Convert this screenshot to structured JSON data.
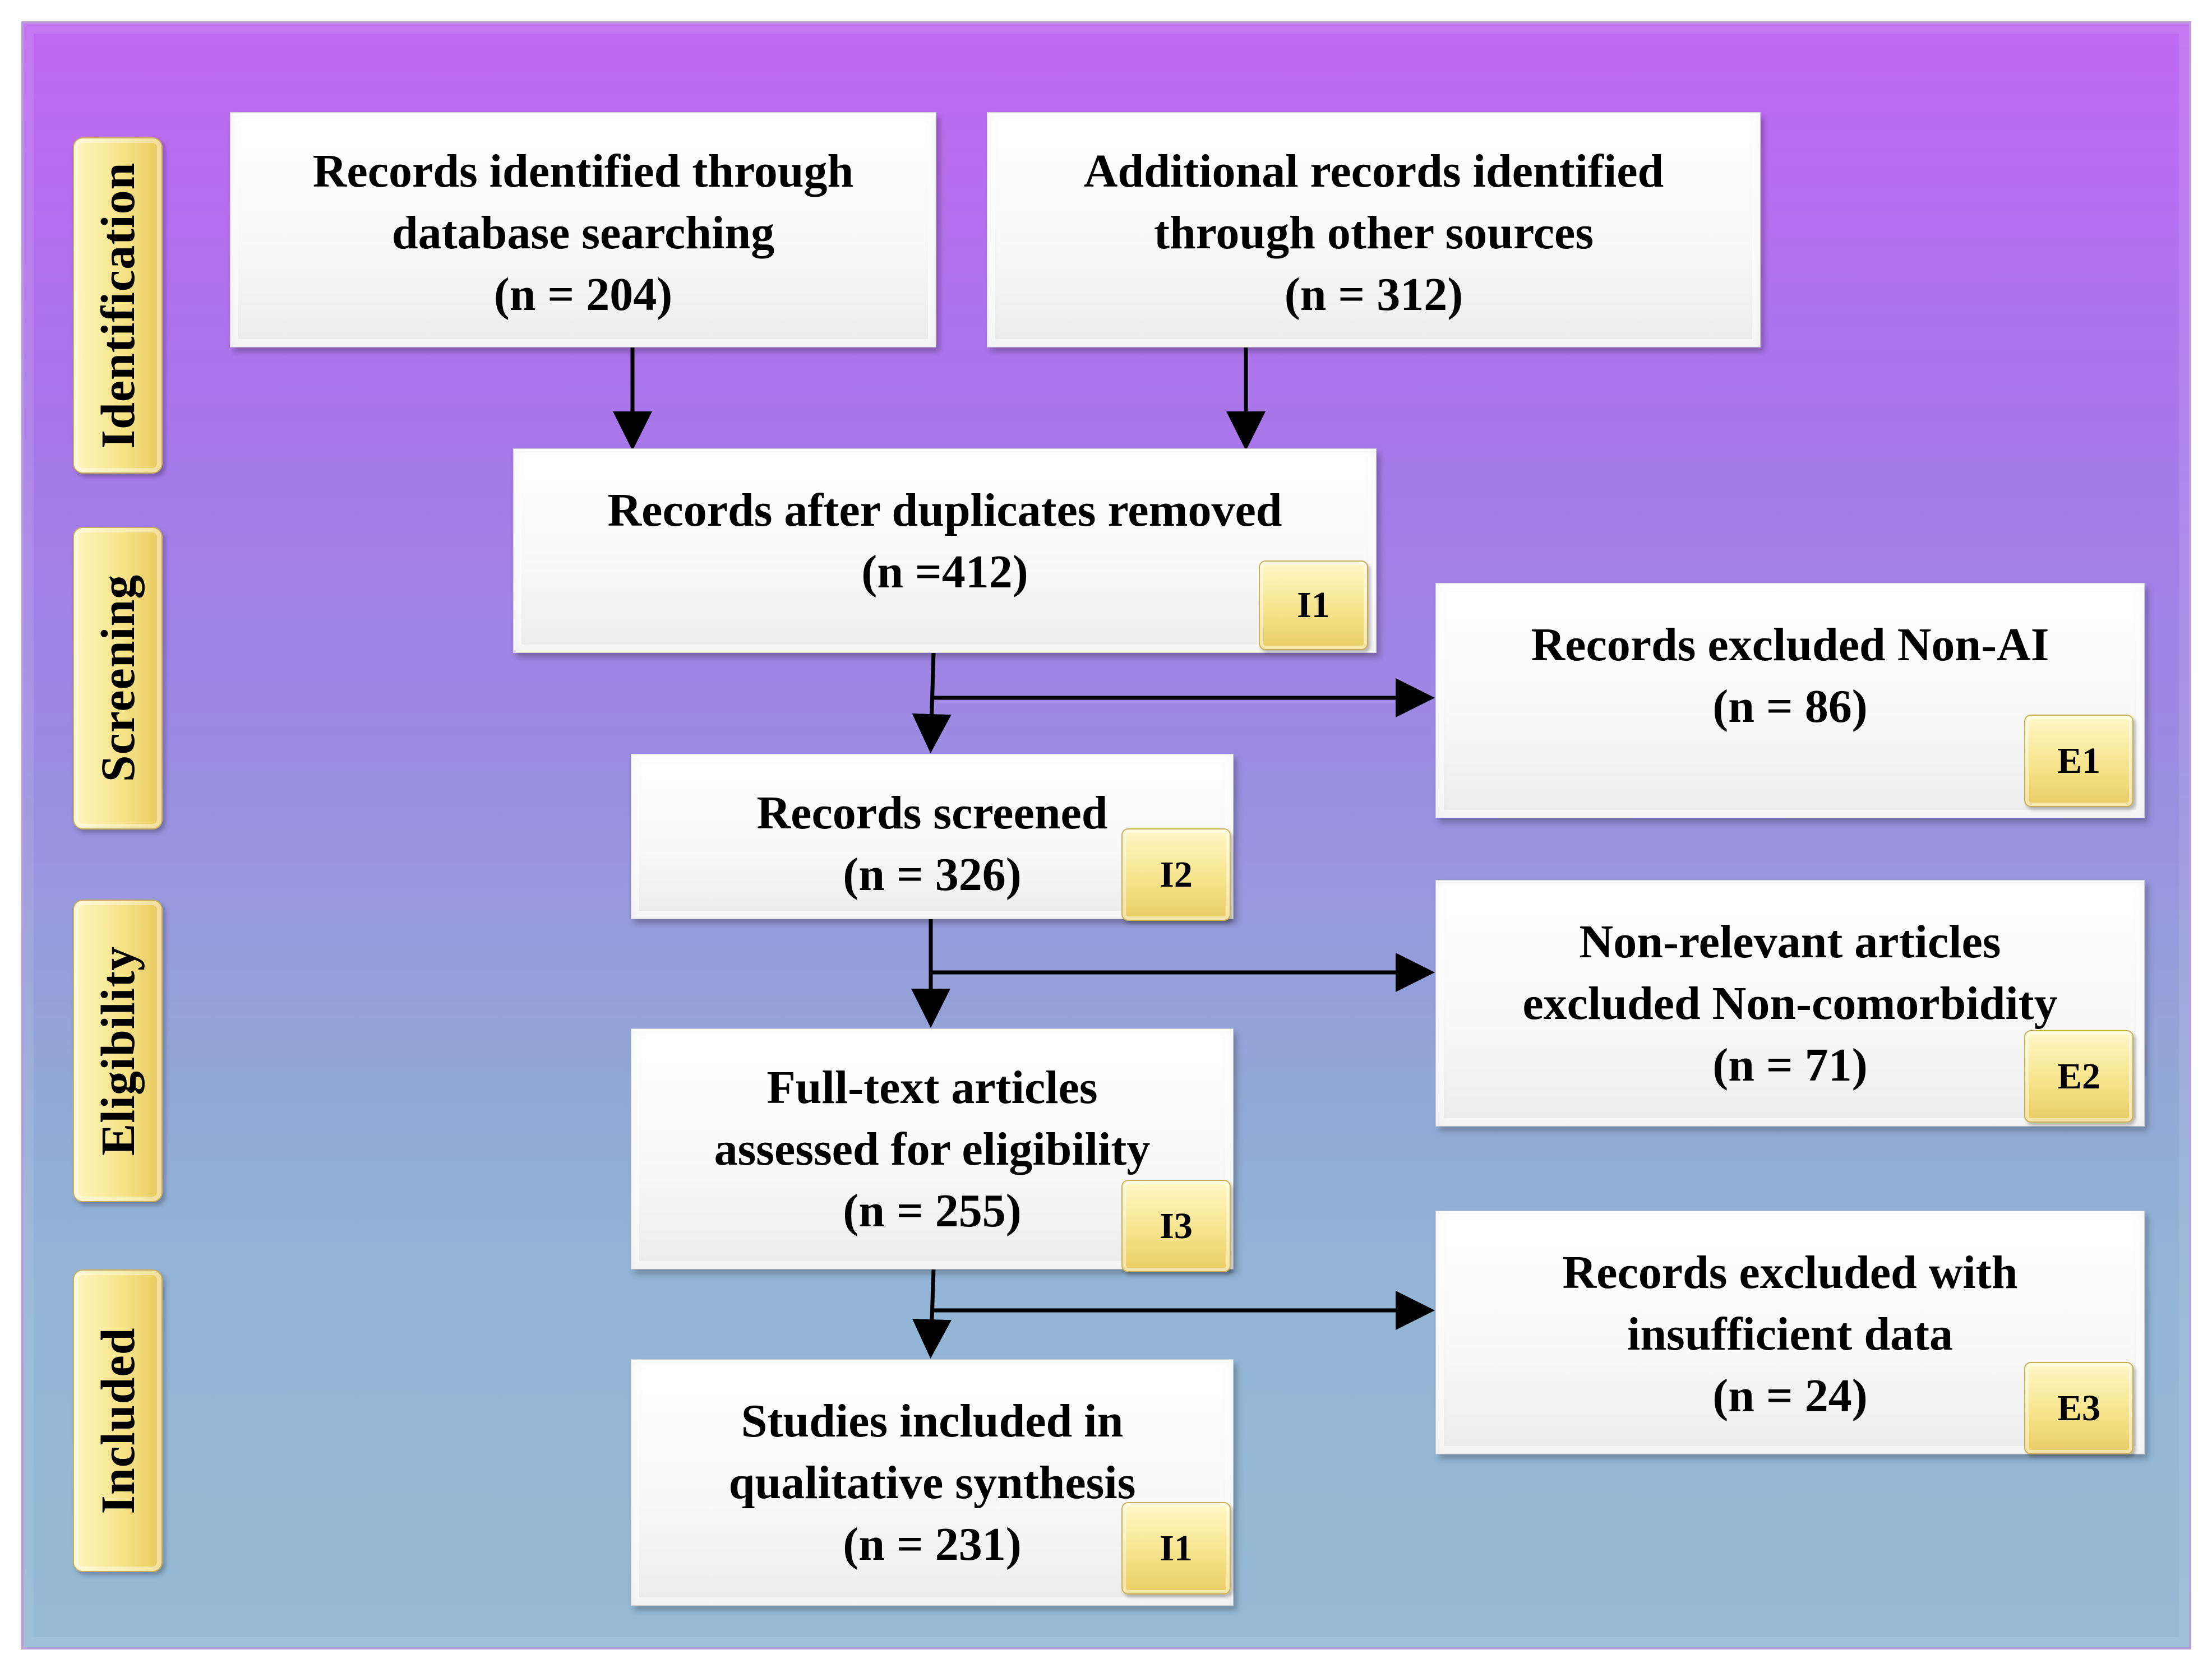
{
  "stages": {
    "identification": "Identification",
    "screening": "Screening",
    "eligibility": "Eligibility",
    "included": "Included"
  },
  "boxes": {
    "db_search": {
      "line1": "Records identified through",
      "line2": "database searching",
      "count": "(n = 204)"
    },
    "other_sources": {
      "line1": "Additional records identified",
      "line2": "through other sources",
      "count": "(n = 312)"
    },
    "duplicates_removed": {
      "line1": "Records after duplicates removed",
      "count": "(n =412)",
      "tag": "I1"
    },
    "excluded_non_ai": {
      "line1": "Records excluded Non-AI",
      "count": "(n = 86)",
      "tag": "E1"
    },
    "screened": {
      "line1": "Records screened",
      "count": "(n = 326)",
      "tag": "I2"
    },
    "non_relevant": {
      "line1": "Non-relevant articles",
      "line2": "excluded Non-comorbidity",
      "count": "(n = 71)",
      "tag": "E2"
    },
    "full_text": {
      "line1": "Full-text articles",
      "line2": "assessed for eligibility",
      "count": "(n = 255)",
      "tag": "I3"
    },
    "insufficient_data": {
      "line1": "Records excluded with",
      "line2": "insufficient data",
      "count": "(n = 24)",
      "tag": "E3"
    },
    "included": {
      "line1": "Studies included in",
      "line2": "qualitative synthesis",
      "count": "(n = 231)",
      "tag": "I1"
    }
  }
}
